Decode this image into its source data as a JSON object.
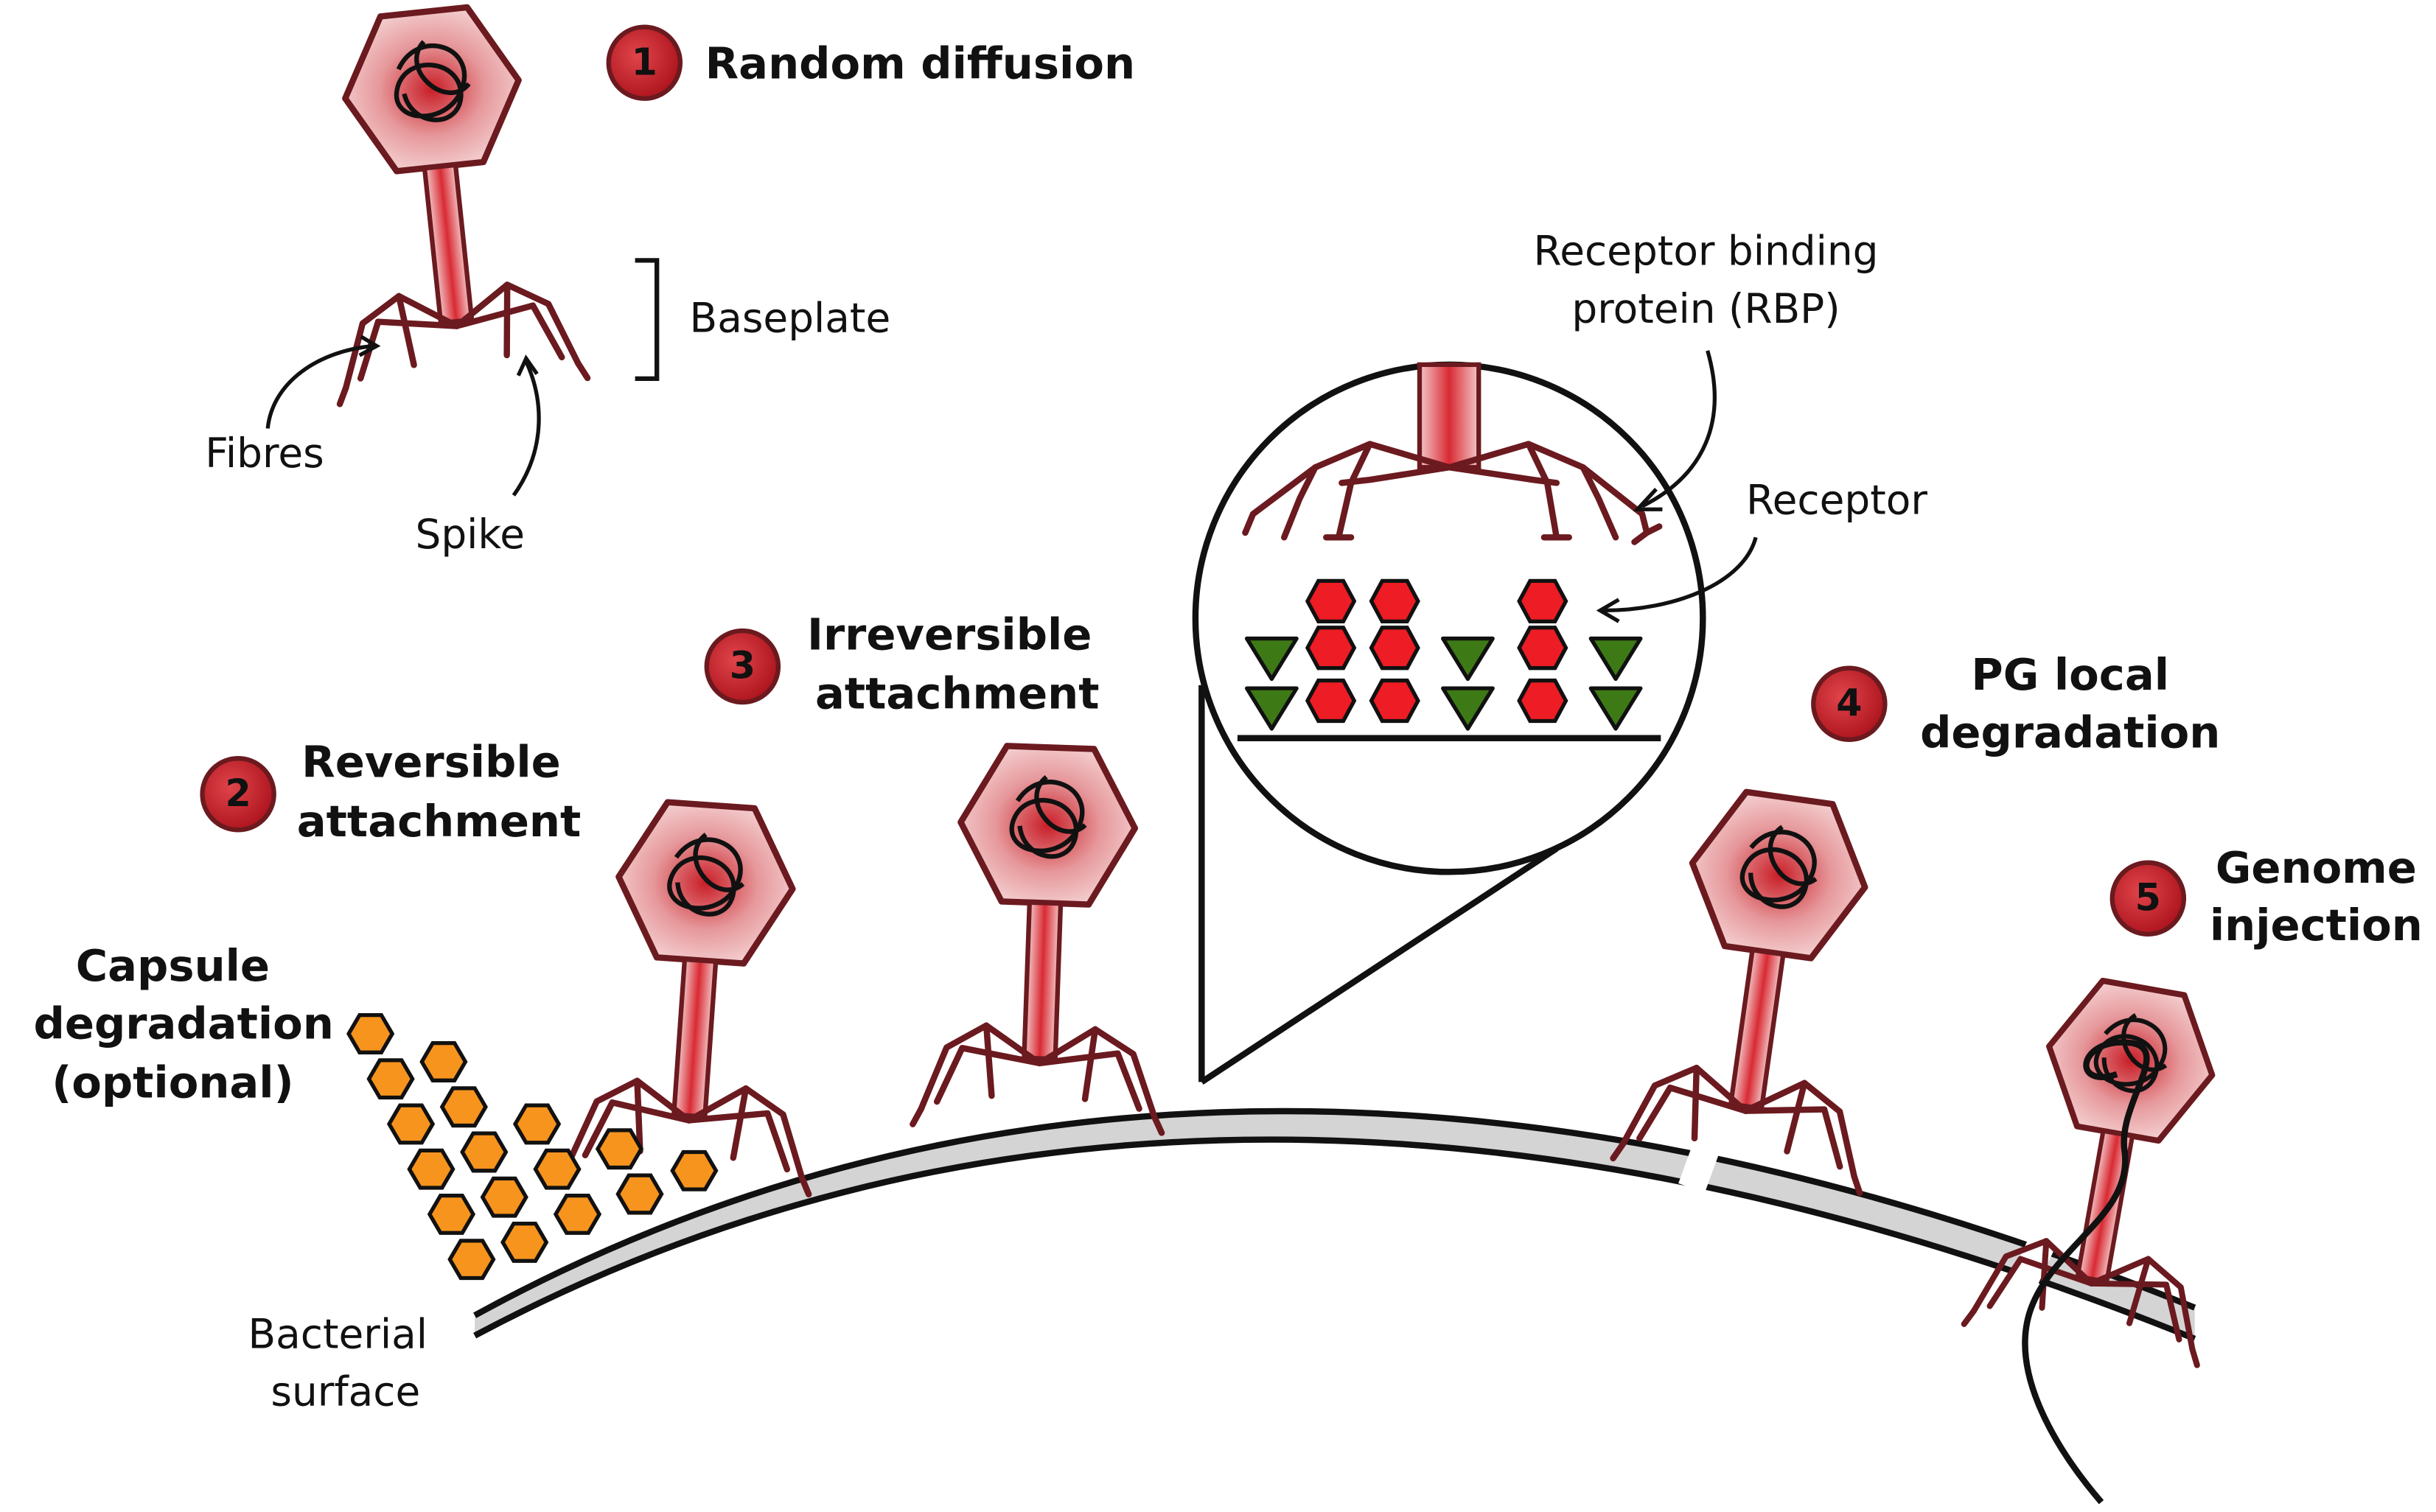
{
  "colors": {
    "phage_outline": "#6b1a1f",
    "phage_fill": "#e8a3a5",
    "phage_core": "#d4242b",
    "step_circle": "#c2262d",
    "capsule": "#f7941d",
    "receptor": "#ee1c24",
    "green_sugar": "#3d7a16",
    "membrane": "#d4d4d4"
  },
  "steps": [
    {
      "number": "1",
      "label_lines": [
        "Random diffusion"
      ]
    },
    {
      "number": "2",
      "label_lines": [
        "Reversible",
        "attachment"
      ]
    },
    {
      "number": "3",
      "label_lines": [
        "Irreversible",
        "attachment"
      ]
    },
    {
      "number": "4",
      "label_lines": [
        "PG local",
        "degradation"
      ]
    },
    {
      "number": "5",
      "label_lines": [
        "Genome",
        "injection"
      ]
    }
  ],
  "parts": {
    "baseplate": "Baseplate",
    "fibres": "Fibres",
    "spike": "Spike"
  },
  "capsule_label": [
    "Capsule",
    "degradation",
    "(optional)"
  ],
  "surface_label": [
    "Bacterial",
    "surface"
  ],
  "zoom": {
    "rbp_label": [
      "Receptor binding",
      "protein (RBP)"
    ],
    "receptor_label": "Receptor"
  }
}
